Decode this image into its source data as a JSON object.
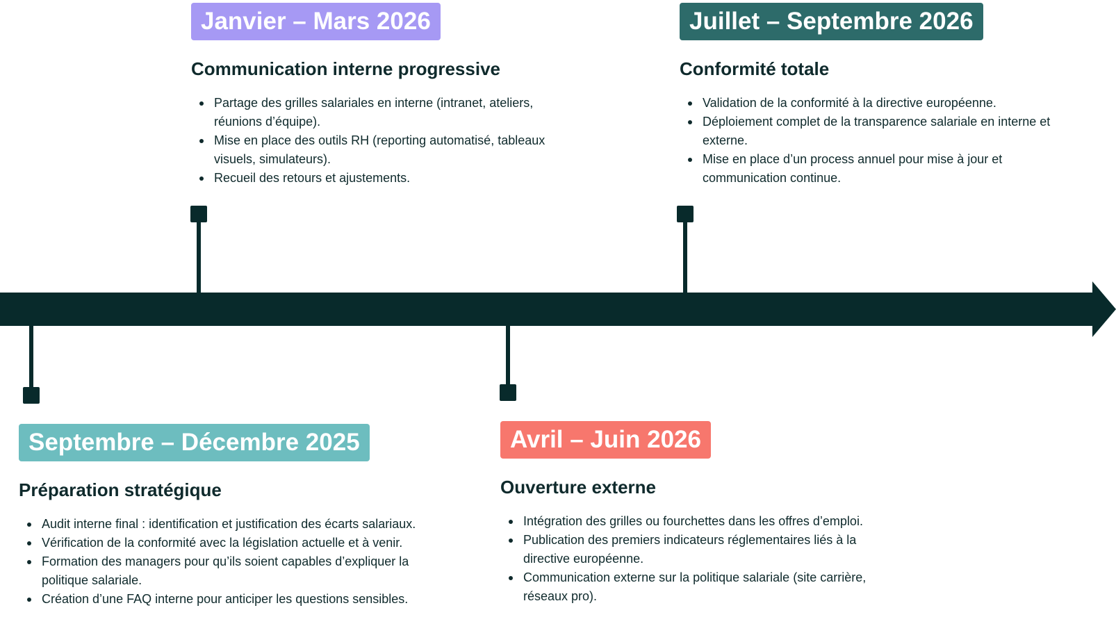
{
  "colors": {
    "axis": "#082a2b",
    "phase_1": "#6dbdbf",
    "phase_2": "#a699f4",
    "phase_3": "#f7776d",
    "phase_4": "#2d6b6a"
  },
  "phases": [
    {
      "date": "Septembre – Décembre 2025",
      "title": "Préparation stratégique",
      "items": [
        "Audit interne final : identification et justification des écarts salariaux.",
        "Vérification de la conformité avec la législation actuelle et à venir.",
        "Formation des managers pour qu’ils soient capables d’expliquer la politique salariale.",
        "Création d’une FAQ interne pour anticiper les questions sensibles."
      ]
    },
    {
      "date": "Janvier – Mars 2026",
      "title": "Communication interne progressive",
      "items": [
        "Partage des grilles salariales en interne (intranet, ateliers, réunions d’équipe).",
        "Mise en place des outils RH (reporting automatisé, tableaux visuels, simulateurs).",
        "Recueil des retours et ajustements."
      ]
    },
    {
      "date": "Avril – Juin 2026",
      "title": "Ouverture externe",
      "items": [
        "Intégration des grilles ou fourchettes dans les offres d’emploi.",
        "Publication des premiers indicateurs réglementaires liés à la directive européenne.",
        "Communication externe sur la politique salariale (site carrière, réseaux pro)."
      ]
    },
    {
      "date": "Juillet – Septembre 2026",
      "title": "Conformité totale",
      "items": [
        "Validation de la conformité à la directive européenne.",
        "Déploiement complet de la transparence salariale en interne et externe.",
        "Mise en place d’un process annuel pour mise à jour et communication continue."
      ]
    }
  ]
}
